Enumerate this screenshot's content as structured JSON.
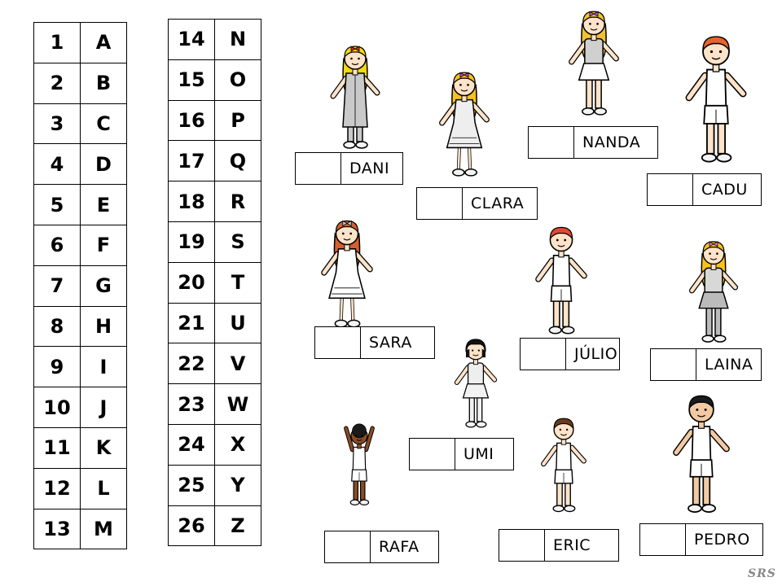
{
  "table_left": [
    [
      "1",
      "A"
    ],
    [
      "2",
      "B"
    ],
    [
      "3",
      "C"
    ],
    [
      "4",
      "D"
    ],
    [
      "5",
      "E"
    ],
    [
      "6",
      "F"
    ],
    [
      "7",
      "G"
    ],
    [
      "8",
      "H"
    ],
    [
      "9",
      "I"
    ],
    [
      "10",
      "J"
    ],
    [
      "11",
      "K"
    ],
    [
      "12",
      "L"
    ],
    [
      "13",
      "M"
    ]
  ],
  "table_right": [
    [
      "14",
      "N"
    ],
    [
      "15",
      "O"
    ],
    [
      "16",
      "P"
    ],
    [
      "17",
      "Q"
    ],
    [
      "18",
      "R"
    ],
    [
      "19",
      "S"
    ],
    [
      "20",
      "T"
    ],
    [
      "21",
      "U"
    ],
    [
      "22",
      "V"
    ],
    [
      "23",
      "W"
    ],
    [
      "24",
      "X"
    ],
    [
      "25",
      "Y"
    ],
    [
      "26",
      "Z"
    ]
  ],
  "children": [
    {
      "name": "DANI",
      "hair": "#f5d90f",
      "skin": "#fde3c9",
      "top": "#c9c9c9",
      "bottom": "#c9c9c9",
      "style": "girl-long",
      "bow": "#e0263c"
    },
    {
      "name": "CLARA",
      "hair": "#f6c21d",
      "skin": "#fde3c9",
      "top": "#eeeeee",
      "bottom": "#e4e4e4",
      "style": "girl-dress",
      "bow": "#c23ac4"
    },
    {
      "name": "NANDA",
      "hair": "#f2c133",
      "skin": "#fde3c9",
      "top": "#d0d0d0",
      "bottom": "#ffffff",
      "style": "girl-skirt",
      "bow": "#b855c9"
    },
    {
      "name": "CADU",
      "hair": "#e8632a",
      "skin": "#fde3c9",
      "top": "#ffffff",
      "bottom": "#ffffff",
      "style": "boy",
      "bow": ""
    },
    {
      "name": "SARA",
      "hair": "#d4602f",
      "skin": "#fde3c9",
      "top": "#ffffff",
      "bottom": "#ffffff",
      "style": "girl-dress",
      "bow": "#cccccc"
    },
    {
      "name": "JÚLIO",
      "hair": "#e04a32",
      "skin": "#fde3c9",
      "top": "#ffffff",
      "bottom": "#ffffff",
      "style": "boy",
      "bow": ""
    },
    {
      "name": "LAINA",
      "hair": "#f6c21d",
      "skin": "#fde3c9",
      "top": "#d8d8d8",
      "bottom": "#bbbbbb",
      "style": "girl-skirt",
      "bow": "#e27ac8"
    },
    {
      "name": "UMI",
      "hair": "#111111",
      "skin": "#fde3c9",
      "top": "#eeeeee",
      "bottom": "#f2f2f2",
      "style": "girl-skirt",
      "bow": ""
    },
    {
      "name": "RAFA",
      "hair": "#1a1a1a",
      "skin": "#8a4b24",
      "top": "#ffffff",
      "bottom": "#ffffff",
      "style": "boy-up",
      "bow": ""
    },
    {
      "name": "ERIC",
      "hair": "#6b3a1e",
      "skin": "#fde3c9",
      "top": "#ffffff",
      "bottom": "#ffffff",
      "style": "boy",
      "bow": ""
    },
    {
      "name": "PEDRO",
      "hair": "#1a1a1a",
      "skin": "#f3c9a3",
      "top": "#ffffff",
      "bottom": "#ffffff",
      "style": "boy",
      "bow": ""
    }
  ],
  "signature": "SRS",
  "colors": {
    "line": "#000000",
    "background": "#ffffff"
  }
}
